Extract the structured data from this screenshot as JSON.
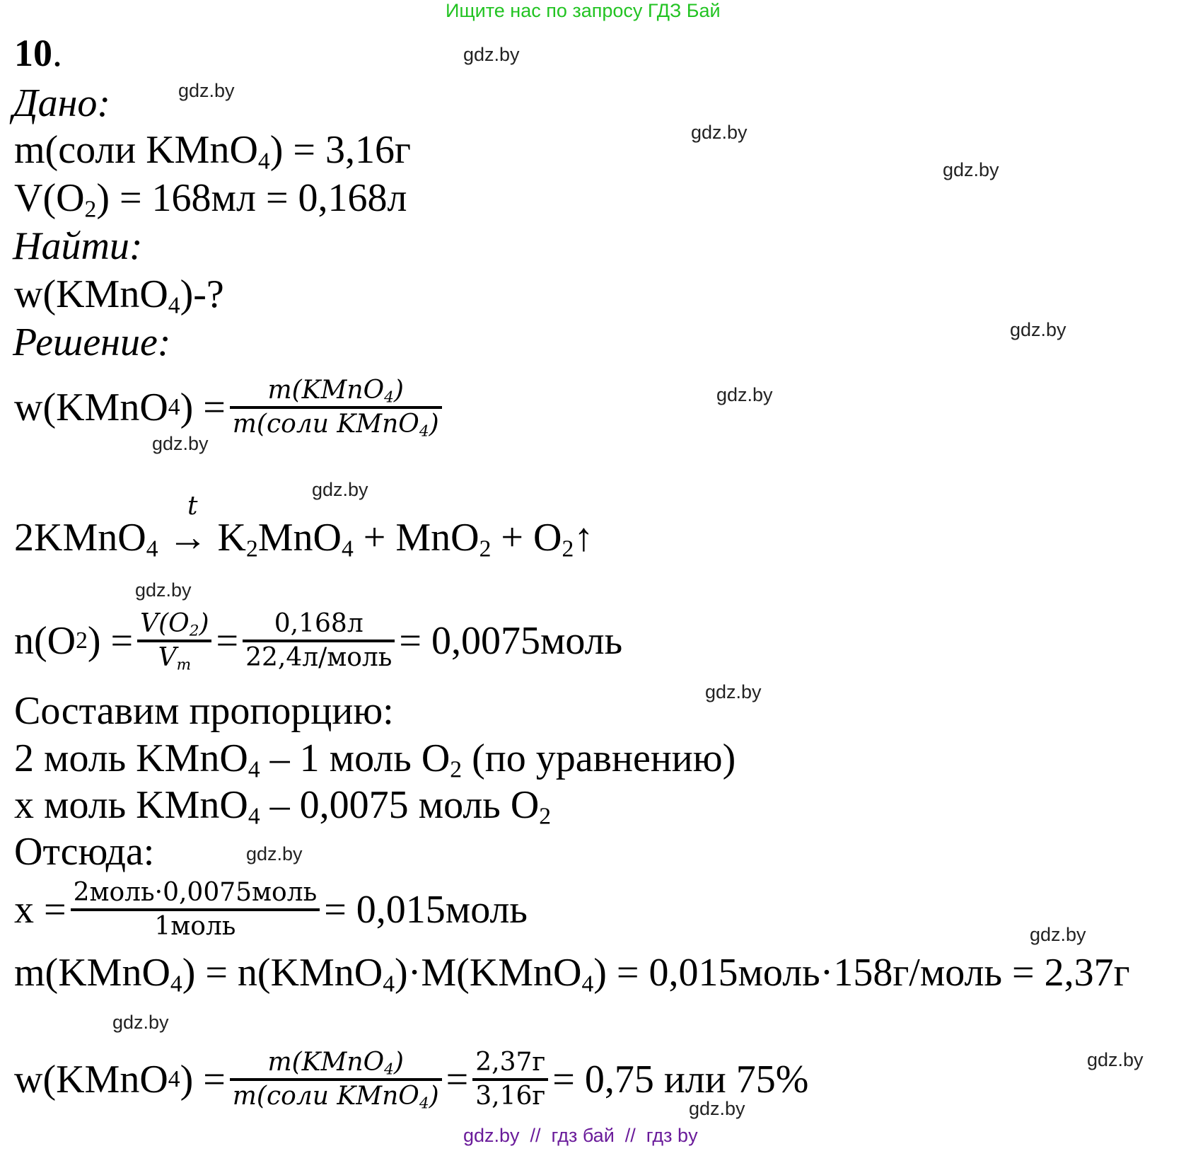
{
  "banner": "Ищите нас по запросу ГДЗ Бай",
  "problem_number": "10",
  "problem_dot": ".",
  "watermark": "gdz.by",
  "footer": "gdz.by  //  гдз бай  //  гдз by",
  "given": {
    "heading": "Дано:",
    "line1": {
      "lhs": "m(соли KMnO",
      "sub": "4",
      "rhs": ") = 3,16г"
    },
    "line2": {
      "lhs": "V(O",
      "sub": "2",
      "rhs": ") = 168мл = 0,168л"
    }
  },
  "find": {
    "heading": "Найти:",
    "line": {
      "lhs": "w(KMnO",
      "sub": "4",
      "rhs": ")-?"
    }
  },
  "solution": {
    "heading": "Решение:",
    "formula1": {
      "lhs": "w(KMnO",
      "lhs_sub": "4",
      "lhs_end": ") =",
      "num": "m(KMnO",
      "num_sub": "4",
      "num_end": ")",
      "den": "m(соли KMnO",
      "den_sub": "4",
      "den_end": ")"
    },
    "reaction": {
      "condition": "t",
      "reactant": "2KMnO",
      "reactant_sub": "4",
      "arrow": "→",
      "p1a": "K",
      "p1s": "2",
      "p1b": "MnO",
      "p1s2": "4",
      "plus1": "+",
      "p2": "MnO",
      "p2s": "2",
      "plus2": "+",
      "p3": "O",
      "p3s": "2",
      "p3end": "↑"
    },
    "moles_o2": {
      "lhs": "n(O",
      "lhs_sub": "2",
      "lhs_end": ") =",
      "f1_num": "V(O",
      "f1_num_sub": "2",
      "f1_num_end": ")",
      "f1_den": "V",
      "f1_den_sub": "m",
      "eq": "=",
      "f2_num": "0,168л",
      "f2_den": "22,4л/моль",
      "result": "= 0,0075моль"
    },
    "proportion_heading": "Составим пропорцию:",
    "prop1": {
      "a": "2 моль KMnO",
      "a_sub": "4",
      "b": " – 1 моль O",
      "b_sub": "2",
      "c": " (по уравнению)"
    },
    "prop2": {
      "a": "x моль KMnO",
      "a_sub": "4",
      "b": " – 0,0075 моль O",
      "b_sub": "2"
    },
    "hence": "Отсюда:",
    "x_calc": {
      "lhs": "x =",
      "num": "2моль·0,0075моль",
      "den": "1моль",
      "result": "= 0,015моль"
    },
    "mass": {
      "a": "m(KMnO",
      "a_sub": "4",
      "b": ") = n(KMnO",
      "b_sub": "4",
      "c": ")·M(KMnO",
      "c_sub": "4",
      "d": ") = 0,015моль·158г/моль = 2,37г"
    },
    "final": {
      "lhs": "w(KMnO",
      "lhs_sub": "4",
      "lhs_end": ") =",
      "num": "m(KMnO",
      "num_sub": "4",
      "num_end": ")",
      "den": "m(соли KMnO",
      "den_sub": "4",
      "den_end": ")",
      "eq": "=",
      "f2_num": "2,37г",
      "f2_den": "3,16г",
      "result": "= 0,75 или 75%"
    }
  }
}
